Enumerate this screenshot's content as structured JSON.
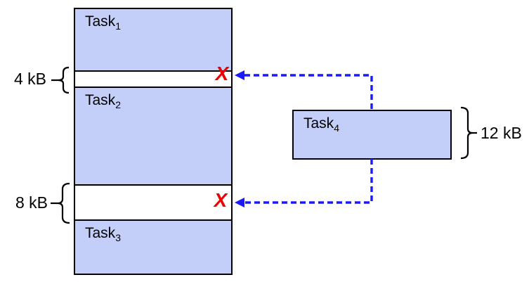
{
  "diagram": {
    "title_hint": "memory fragmentation: free gaps too small for incoming task",
    "colors": {
      "block_fill": "#c3cef9",
      "block_border": "#000000",
      "arrow_blue": "#1a1aff",
      "reject_red": "#ee0000"
    },
    "memory_column": {
      "blocks": [
        {
          "base": "Task",
          "sub": "1"
        },
        {
          "base": "Task",
          "sub": "2"
        },
        {
          "base": "Task",
          "sub": "3"
        }
      ],
      "gaps": [
        {
          "size_label": "4 kB",
          "reject_mark": "X"
        },
        {
          "size_label": "8 kB",
          "reject_mark": "X"
        }
      ]
    },
    "incoming_task": {
      "base": "Task",
      "sub": "4",
      "size_label": "12 kB"
    }
  }
}
